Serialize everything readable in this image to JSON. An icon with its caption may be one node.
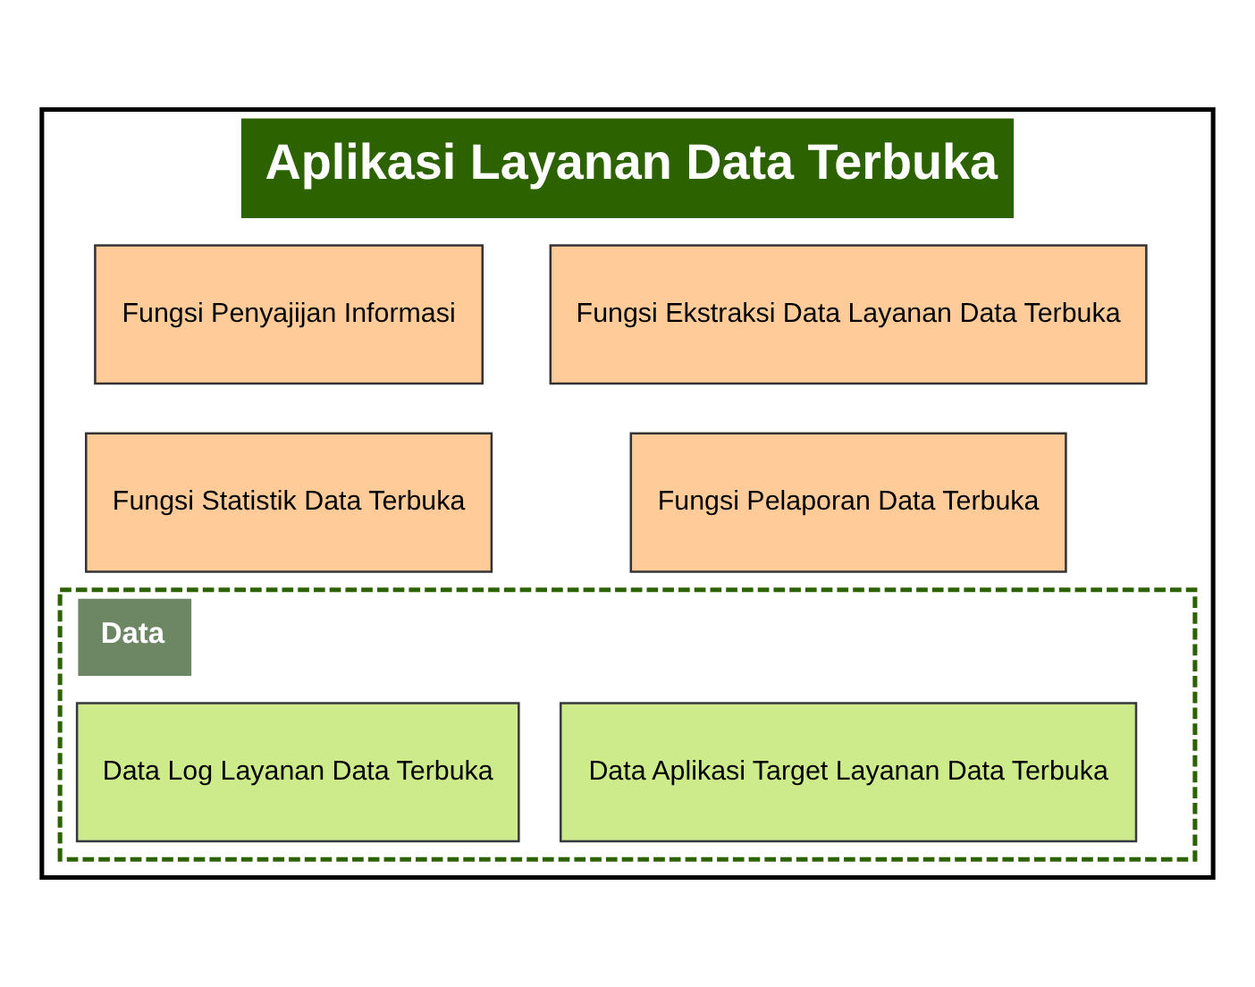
{
  "diagram": {
    "nodes": [
      {
        "text": [
          "Aplikasi Layanan Data Terbuka"
        ]
      },
      {
        "text": [
          "Fungsi Ekstraksi Data Layanan Data Terbuka"
        ],
        "in": 0
      },
      {
        "text": [
          "Fungsi Penyajijan Informasi"
        ],
        "in": 0
      },
      {
        "text": [
          "Fungsi Pelaporan Data Terbuka"
        ],
        "in": 0
      },
      {
        "text": [
          "Fungsi Statistik Data Terbuka"
        ],
        "in": 0
      },
      {
        "text": [
          "Data"
        ],
        "in": 0
      },
      {
        "text": [
          "Data Aplikasi Target Layanan Data Terbuka"
        ],
        "in": 5
      },
      {
        "text": [
          "Data Log Layanan Data Terbuka"
        ],
        "in": 5
      }
    ],
    "edges": []
  }
}
